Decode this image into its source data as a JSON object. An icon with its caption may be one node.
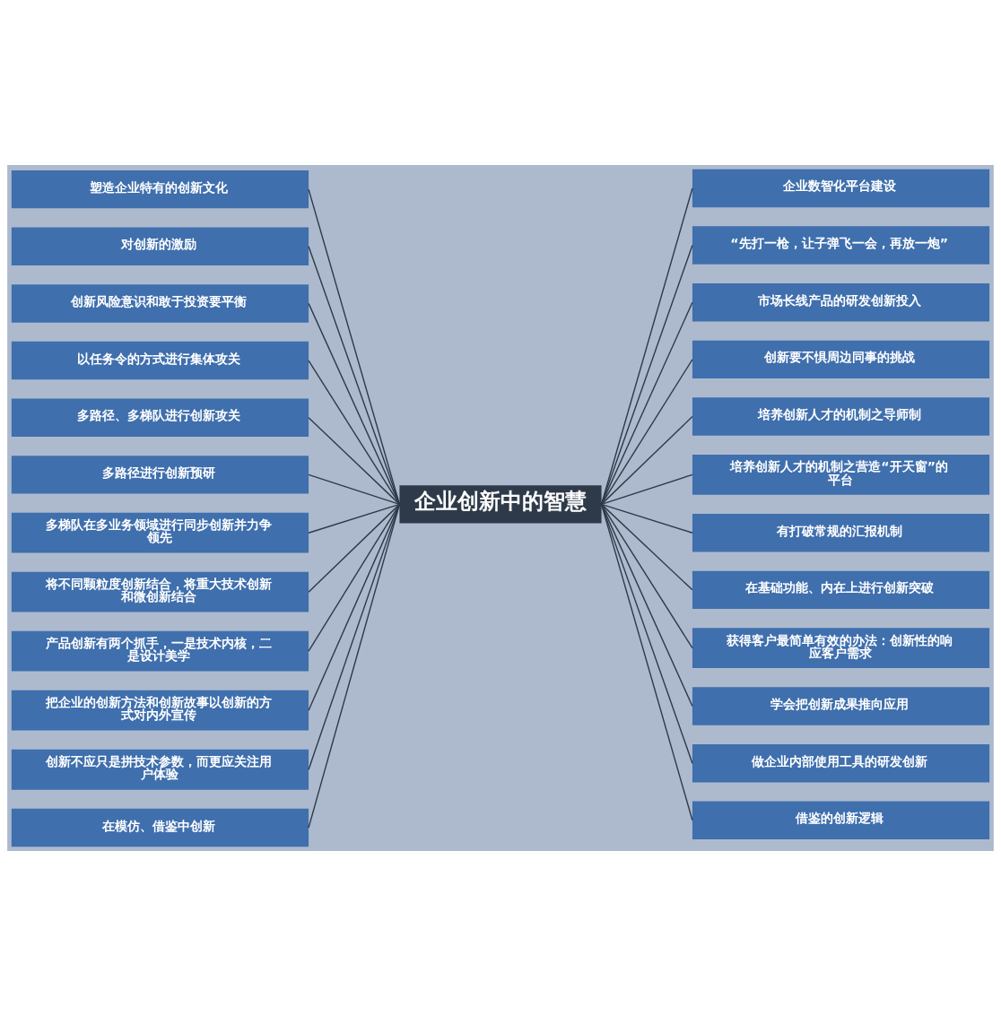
{
  "diagram": {
    "nodes": [
      {
        "text": [
          "企业创新中的智慧"
        ]
      },
      {
        "text": [
          "塑造企业特有的创新文化"
        ]
      },
      {
        "text": [
          "对创新的激励"
        ]
      },
      {
        "text": [
          "创新风险意识和敢于投资要平衡"
        ]
      },
      {
        "text": [
          "以任务令的方式进行集体攻关"
        ]
      },
      {
        "text": [
          "多路径、多梯队进行创新攻关"
        ]
      },
      {
        "text": [
          "多路径进行创新预研"
        ]
      },
      {
        "text": [
          "多梯队在多业务领域进行同步创新并力争领先"
        ]
      },
      {
        "text": [
          "将不同颗粒度创新结合，将重大技术创新和微创新结合"
        ]
      },
      {
        "text": [
          "产品创新有两个抓手，一是技术内核，二是设计美学"
        ]
      },
      {
        "text": [
          "把企业的创新方法和创新故事以创新的方式对内外宣传"
        ]
      },
      {
        "text": [
          "创新不应只是拼技术参数，而更应关注用户体验"
        ]
      },
      {
        "text": [
          "在模仿、借鉴中创新"
        ]
      },
      {
        "text": [
          "企业数智化平台建设"
        ]
      },
      {
        "text": [
          "“先打一枪，让子弹飞一会，再放一炮”"
        ]
      },
      {
        "text": [
          "市场长线产品的研发创新投入"
        ]
      },
      {
        "text": [
          "创新要不惧周边同事的挑战"
        ]
      },
      {
        "text": [
          "培养创新人才的机制之导师制"
        ]
      },
      {
        "text": [
          "培养创新人才的机制之营造“开天窗”的平台"
        ]
      },
      {
        "text": [
          "有打破常规的汇报机制"
        ]
      },
      {
        "text": [
          "在基础功能、内在上进行创新突破"
        ]
      },
      {
        "text": [
          "获得客户最简单有效的办法：创新性的响应客户需求"
        ]
      },
      {
        "text": [
          "学会把创新成果推向应用"
        ]
      },
      {
        "text": [
          "做企业内部使用工具的研发创新"
        ]
      },
      {
        "text": [
          "借鉴的创新逻辑"
        ]
      }
    ],
    "edges": [
      {
        "from": 1,
        "to": 0,
        "arrow": "none"
      },
      {
        "from": 2,
        "to": 0,
        "arrow": "none"
      },
      {
        "from": 3,
        "to": 0,
        "arrow": "none"
      },
      {
        "from": 4,
        "to": 0,
        "arrow": "none"
      },
      {
        "from": 5,
        "to": 0,
        "arrow": "none"
      },
      {
        "from": 6,
        "to": 0,
        "arrow": "none"
      },
      {
        "from": 7,
        "to": 0,
        "arrow": "none"
      },
      {
        "from": 8,
        "to": 0,
        "arrow": "none"
      },
      {
        "from": 9,
        "to": 0,
        "arrow": "none"
      },
      {
        "from": 10,
        "to": 0,
        "arrow": "none"
      },
      {
        "from": 11,
        "to": 0,
        "arrow": "none"
      },
      {
        "from": 12,
        "to": 0,
        "arrow": "none"
      },
      {
        "from": 0,
        "to": 13,
        "arrow": "none"
      },
      {
        "from": 0,
        "to": 14,
        "arrow": "none"
      },
      {
        "from": 0,
        "to": 15,
        "arrow": "none"
      },
      {
        "from": 0,
        "to": 16,
        "arrow": "none"
      },
      {
        "from": 0,
        "to": 17,
        "arrow": "none"
      },
      {
        "from": 0,
        "to": 18,
        "arrow": "none"
      },
      {
        "from": 0,
        "to": 19,
        "arrow": "none"
      },
      {
        "from": 0,
        "to": 20,
        "arrow": "none"
      },
      {
        "from": 0,
        "to": 21,
        "arrow": "none"
      },
      {
        "from": 0,
        "to": 22,
        "arrow": "none"
      },
      {
        "from": 0,
        "to": 23,
        "arrow": "none"
      },
      {
        "from": 0,
        "to": 24,
        "arrow": "none"
      }
    ]
  }
}
